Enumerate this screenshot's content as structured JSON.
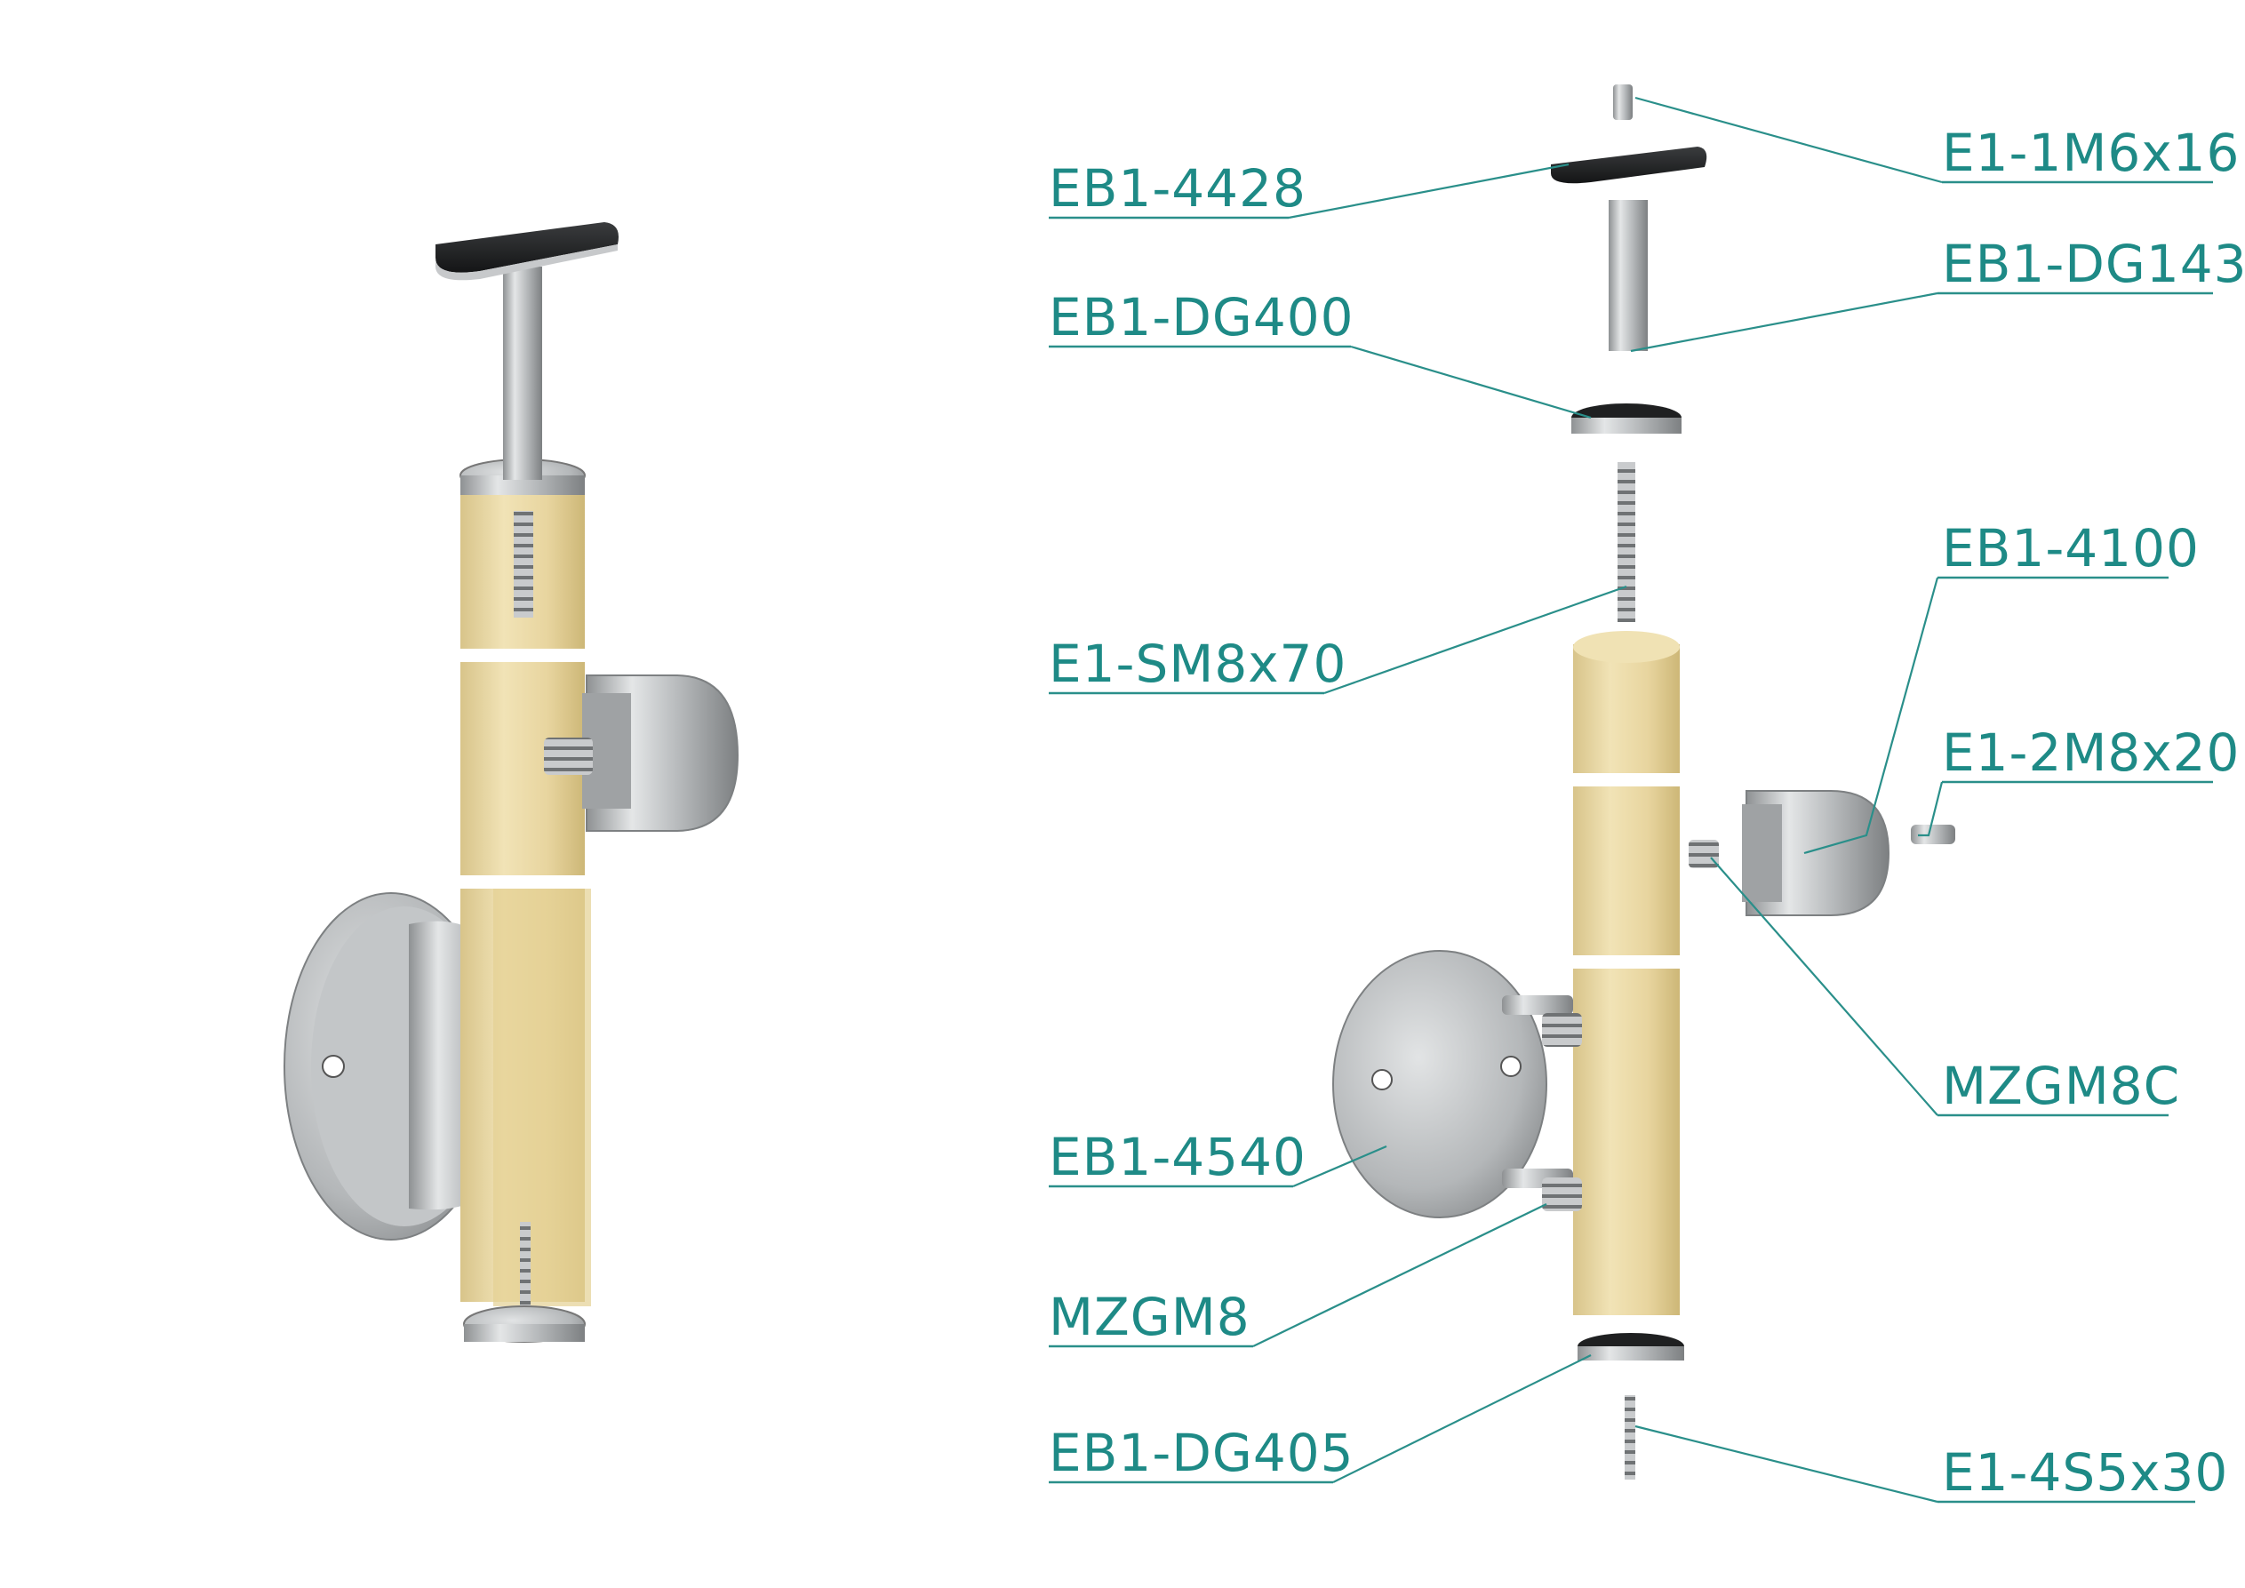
{
  "labels": {
    "eb1_4428": "EB1-4428",
    "eb1_dg400": "EB1-DG400",
    "e1_sm8x70": "E1-SM8x70",
    "eb1_4540": "EB1-4540",
    "mzgm8": "MZGM8",
    "eb1_dg405": "EB1-DG405",
    "e1_1m6x16": "E1-1M6x16",
    "eb1_dg143": "EB1-DG143",
    "eb1_4100": "EB1-4100",
    "e1_2m8x20": "E1-2M8x20",
    "mzgm8c": "MZGM8C",
    "e1_4s5x30": "E1-4S5x30"
  },
  "colors": {
    "label_text": "#1e8a86",
    "leader_line": "#2a8f8a",
    "wood": "#e9d9a6",
    "steel": "#b9bcbe",
    "background": "#ffffff"
  }
}
